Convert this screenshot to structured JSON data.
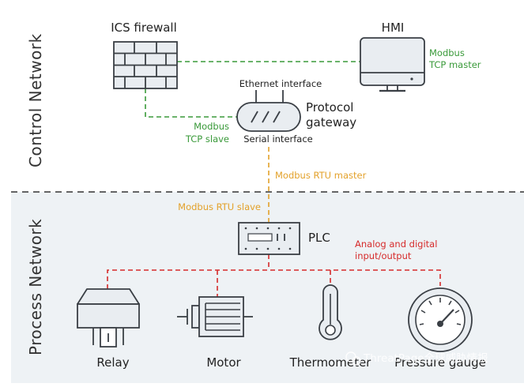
{
  "zones": {
    "control_network": "Control Network",
    "process_network": "Process Network"
  },
  "devices": {
    "firewall": "ICS firewall",
    "hmi": "HMI",
    "gateway_line1": "Protocol",
    "gateway_line2": "gateway",
    "ethernet_interface": "Ethernet interface",
    "serial_interface": "Serial interface",
    "plc": "PLC",
    "relay": "Relay",
    "motor": "Motor",
    "thermometer": "Thermometer",
    "pressure_gauge": "Pressure gauge"
  },
  "protocols": {
    "hmi_master_line1": "Modbus",
    "hmi_master_line2": "TCP master",
    "gateway_slave_line1": "Modbus",
    "gateway_slave_line2": "TCP slave",
    "rtu_master": "Modbus RTU master",
    "rtu_slave": "Modbus RTU slave",
    "io_line1": "Analog and digital",
    "io_line2": "input/output"
  },
  "watermark": "ThreatPage全球威胁情报",
  "colors": {
    "ethernet_link": "#3a9a3a",
    "serial_link": "#e3a12a",
    "io_link": "#d62b2b",
    "device_fill": "#e9edf1",
    "device_stroke": "#3a3f45",
    "process_zone_bg": "#eef2f5"
  }
}
